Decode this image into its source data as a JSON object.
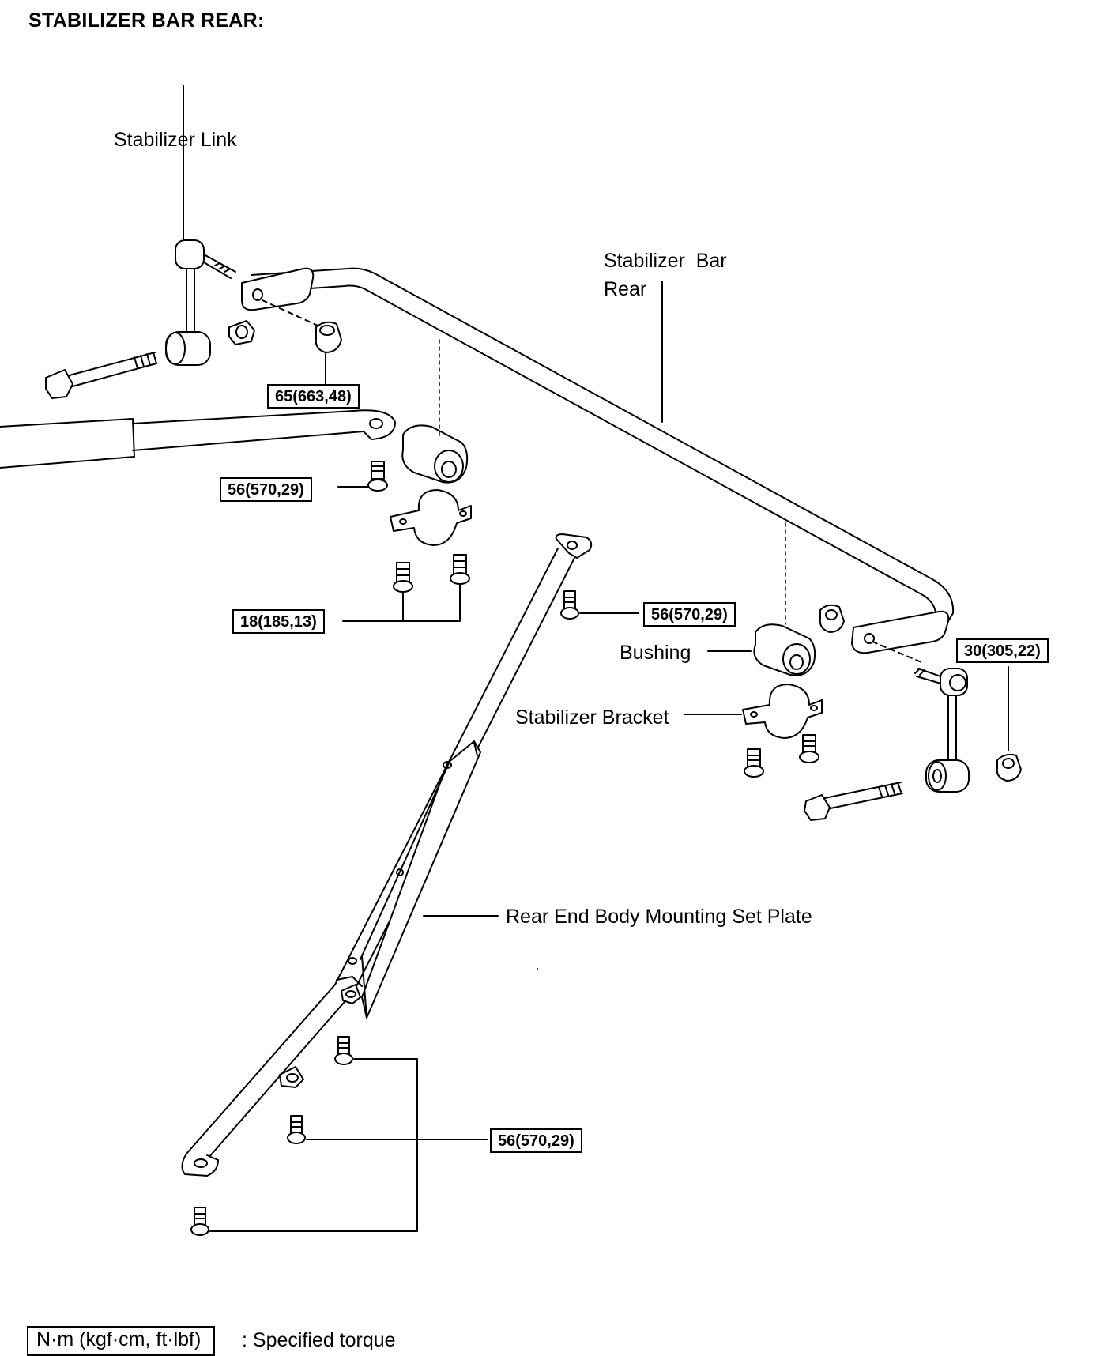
{
  "title": "STABILIZER BAR REAR:",
  "labels": {
    "stabilizer_link": "Stabilizer Link",
    "stabilizer_bar_line1": "Stabilizer  Bar",
    "stabilizer_bar_line2": "Rear",
    "bushing": "Bushing",
    "stabilizer_bracket": "Stabilizer Bracket",
    "rear_end_plate": "Rear End Body Mounting Set Plate"
  },
  "torques": {
    "link_nut_left": "65(663,48)",
    "bracket_bolt_left": "56(570,29)",
    "bracket_bolts_lower": "18(185,13)",
    "plate_bolt_top": "56(570,29)",
    "link_nut_right": "30(305,22)",
    "plate_bolts_bottom": "56(570,29)"
  },
  "legend": {
    "unit_box": "N·m (kgf·cm, ft·lbf)",
    "description": ": Specified torque"
  }
}
